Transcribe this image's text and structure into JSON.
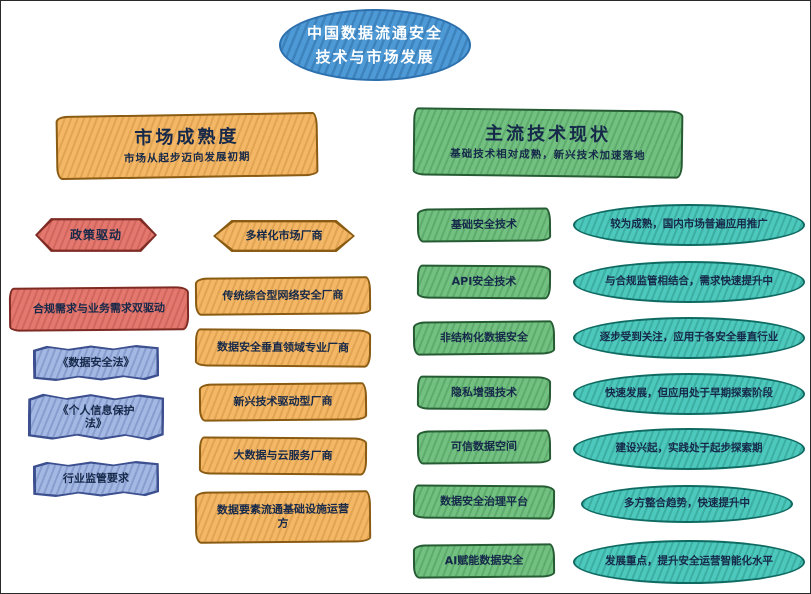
{
  "root": {
    "line1": "中国数据流通安全",
    "line2": "技术与市场发展"
  },
  "market": {
    "title": "市场成熟度",
    "subtitle": "市场从起步迈向发展初期",
    "driver_hex": "政策驱动",
    "driver_box": "合规需求与业务需求双驱动",
    "policies": [
      "《数据安全法》",
      "《个人信息保护法》",
      "行业监管要求"
    ],
    "vendor_header": "多样化市场厂商",
    "vendors": [
      "传统综合型网络安全厂商",
      "数据安全垂直领域专业厂商",
      "新兴技术驱动型厂商",
      "大数据与云服务厂商",
      "数据要素流通基础设施运营方"
    ]
  },
  "tech": {
    "title": "主流技术现状",
    "subtitle": "基础技术相对成熟，新兴技术加速落地",
    "items": [
      {
        "label": "基础安全技术",
        "status": "较为成熟，国内市场普遍应用推广"
      },
      {
        "label": "API安全技术",
        "status": "与合规监管相结合，需求快速提升中"
      },
      {
        "label": "非结构化数据安全",
        "status": "逐步受到关注，应用于各安全垂直行业"
      },
      {
        "label": "隐私增强技术",
        "status": "快速发展，但应用处于早期探索阶段"
      },
      {
        "label": "可信数据空间",
        "status": "建设兴起，实践处于起步探索期"
      },
      {
        "label": "数据安全治理平台",
        "status": "多方整合趋势，快速提升中"
      },
      {
        "label": "AI赋能数据安全",
        "status": "发展重点，提升安全运营智能化水平"
      }
    ]
  },
  "colors": {
    "root_blue": "#4d9ad6",
    "market_orange": "#f4b765",
    "tech_green": "#72c180",
    "driver_red": "#e4786e",
    "policy_blue": "#a4b8e4",
    "status_teal": "#4cc8bc"
  }
}
